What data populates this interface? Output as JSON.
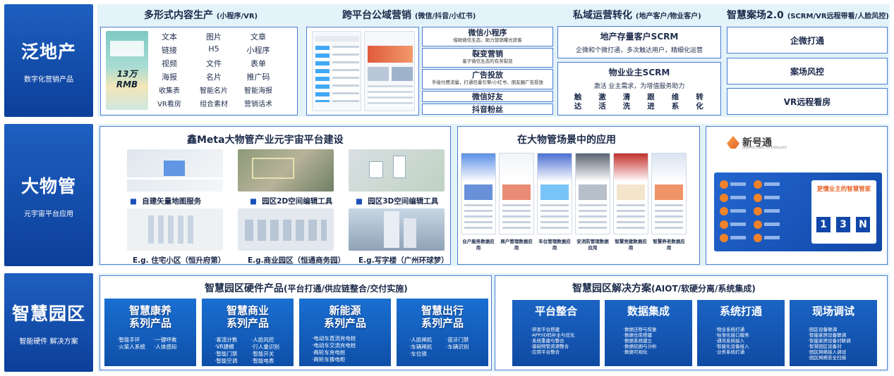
{
  "rows": [
    {
      "title": "泛地产",
      "subtitle": "数字化营销产品"
    },
    {
      "title": "大物管",
      "subtitle": "元宇宙平台应用"
    },
    {
      "title": "智慧园区",
      "subtitle": "智能硬件 解决方案"
    }
  ],
  "content": {
    "title": "多形式内容生产",
    "sub": "(小程序/VR)",
    "poster_text": "13万RMB",
    "grid": [
      "文本",
      "图片",
      "文章",
      "链接",
      "H5",
      "小程序",
      "视频",
      "文件",
      "表单",
      "海报",
      "名片",
      "推广码",
      "收集表",
      "智能名片",
      "智能海报",
      "VR看房",
      "组合素材",
      "营销话术"
    ]
  },
  "marketing": {
    "title": "跨平台公域营销",
    "sub": "(微信/抖音/小红书)",
    "items": [
      {
        "t": "微信小程序",
        "d": "借助微信生态，助力营销曝光获客"
      },
      {
        "t": "裂变营销",
        "d": "基于微信生态的有奖裂变"
      },
      {
        "t": "广告投放",
        "d": "手接付费流量，打通巨量引擎/小红书、朋友圈广告投放"
      },
      {
        "t": "微信好友",
        "d": ""
      },
      {
        "t": "抖音粉丝",
        "d": ""
      }
    ]
  },
  "private": {
    "title": "私域运营转化",
    "sub": "(地产客户/物业客户)",
    "b1_title": "地产存量客户SCRM",
    "b1_desc": "企微和个微打通，多次触达用户，精细化运营",
    "b2_title": "物业业主SCRM",
    "b2_desc": "激活 业主需求，为增值服务助力",
    "verbs": [
      "触达",
      "激活",
      "清洗",
      "跟进",
      "维系",
      "转化"
    ]
  },
  "case": {
    "title": "智慧案场2.0",
    "sub": "(SCRM/VR远程带看/人脸风控)",
    "items": [
      "企微打通",
      "案场风控",
      "VR远程看房"
    ]
  },
  "meta": {
    "title": "鑫Meta大物管产业元宇宙平台建设",
    "tools": [
      "自建矢量地图服务",
      "园区2D空间编辑工具",
      "园区3D空间编辑工具"
    ],
    "examples": [
      "E.g. 住宅小区（恒升府第）",
      "E.g.商业园区（恒通商务园）",
      "E.g.写字楼（广州环球梦）"
    ]
  },
  "apps": {
    "title": "在大物管场景中的应用",
    "items": [
      "业户服务数据应用",
      "商户管理数据应用",
      "车位管理数据应用",
      "安消防管理数据应用",
      "智慧党建数据应用",
      "智慧养老数据应用"
    ]
  },
  "brand": {
    "logo_text": "新号通",
    "logo_sub": "XINHAOTONG TECHNOLOGY",
    "card_title": "更懂业主的智慧管家",
    "formula": [
      "1",
      "3",
      "N"
    ]
  },
  "hardware": {
    "title": "智慧园区硬件产品",
    "sub": "(平台打通/供应链整合/交付实施)",
    "items": [
      {
        "t1": "智慧康养",
        "t2": "系列产品",
        "lines": [
          "·智能手环",
          "·一键呼救",
          "·火柴人系统",
          "·人体感知"
        ]
      },
      {
        "t1": "智慧商业",
        "t2": "系列产品",
        "lines": [
          "·客流计数",
          "·人脸风控",
          "·VR建模",
          "·行人重识别",
          "·智能门禁",
          "·智能开关",
          "·智能空调",
          "·智能电表"
        ]
      },
      {
        "t1": "新能源",
        "t2": "系列产品",
        "lines": [
          "·电动车直流充电桩",
          "·电动车交流充电桩",
          "·两轮车充电桩",
          "·两轮车换电柜"
        ]
      },
      {
        "t1": "智慧出行",
        "t2": "系列产品",
        "lines": [
          "·人脸闸机",
          "·蓝牙门禁",
          "·车辆闸机",
          "·车辆识别",
          "·车位锁"
        ]
      }
    ]
  },
  "solution": {
    "title": "智慧园区解决方案",
    "sub": "(AIOT/软硬分离/系统集成)",
    "items": [
      {
        "t": "平台整合",
        "lines": "·研发平台搭建\n·APP/ID码补全与优化\n·系统重建与整合\n·基础物管资源整合\n·应用平台整合"
      },
      {
        "t": "数据集成",
        "lines": "·数据迁移与恢复\n·数据仓库搭建\n·数据系统建立\n·数据挖掘与分析\n·数据可视化"
      },
      {
        "t": "系统打通",
        "lines": "·物业系统打通\n·标准化接口服务\n·通讯系统接入\n·智能化设备接入\n·业务系统打通"
      },
      {
        "t": "现场调试",
        "lines": "·园区设备联调\n·智能家居设备联调\n·智能家居设备对联调\n·智慧园区设备对\n·园区网络接入调试\n·园区网络安全扫描"
      }
    ]
  },
  "colors": {
    "primary": "#0c3f9a",
    "band": "#e4f3f9",
    "border": "#4b7bd0",
    "accent_orange": "#f0822a"
  }
}
